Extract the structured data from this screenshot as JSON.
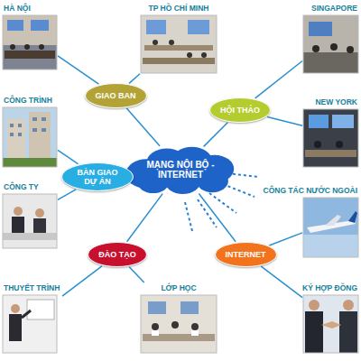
{
  "diagram": {
    "nodes": [
      {
        "text": [
          "HÀ NỘI"
        ]
      },
      {
        "text": [
          "TP HỒ CHÍ MINH"
        ]
      },
      {
        "text": [
          "SINGAPORE"
        ]
      },
      {
        "text": [
          "GIAO BAN"
        ]
      },
      {
        "text": [
          "CÔNG TRÌNH"
        ]
      },
      {
        "text": [
          "HỘI THẢO"
        ]
      },
      {
        "text": [
          "NEW YORK"
        ]
      },
      {
        "text": [
          "MẠNG NỘI BỘ - INTERNET"
        ]
      },
      {
        "text": [
          "BÀN GIAO DỰ ÁN"
        ]
      },
      {
        "text": [
          "CÔNG TY"
        ]
      },
      {
        "text": [
          "CÔNG TÁC NƯỚC NGOÀI"
        ]
      },
      {
        "text": [
          "ĐÀO TẠO"
        ]
      },
      {
        "text": [
          "INTERNET"
        ]
      },
      {
        "text": [
          "THUYẾT TRÌNH"
        ]
      },
      {
        "text": [
          "LỚP HỌC"
        ]
      },
      {
        "text": [
          "KÝ HỢP ĐỒNG"
        ]
      }
    ],
    "edges": [
      {
        "from": 3,
        "to": 0,
        "arrow": "none"
      },
      {
        "from": 3,
        "to": 1,
        "arrow": "none"
      },
      {
        "from": 3,
        "to": 7,
        "arrow": "none"
      },
      {
        "from": 5,
        "to": 2,
        "arrow": "none"
      },
      {
        "from": 5,
        "to": 6,
        "arrow": "none"
      },
      {
        "from": 5,
        "to": 7,
        "arrow": "none"
      },
      {
        "from": 8,
        "to": 4,
        "arrow": "none"
      },
      {
        "from": 8,
        "to": 9,
        "arrow": "none"
      },
      {
        "from": 8,
        "to": 7,
        "arrow": "none"
      },
      {
        "from": 11,
        "to": 13,
        "arrow": "none"
      },
      {
        "from": 11,
        "to": 14,
        "arrow": "none"
      },
      {
        "from": 11,
        "to": 7,
        "arrow": "none"
      },
      {
        "from": 12,
        "to": 10,
        "arrow": "none"
      },
      {
        "from": 12,
        "to": 15,
        "arrow": "none"
      },
      {
        "from": 12,
        "to": 7,
        "arrow": "none"
      }
    ]
  }
}
